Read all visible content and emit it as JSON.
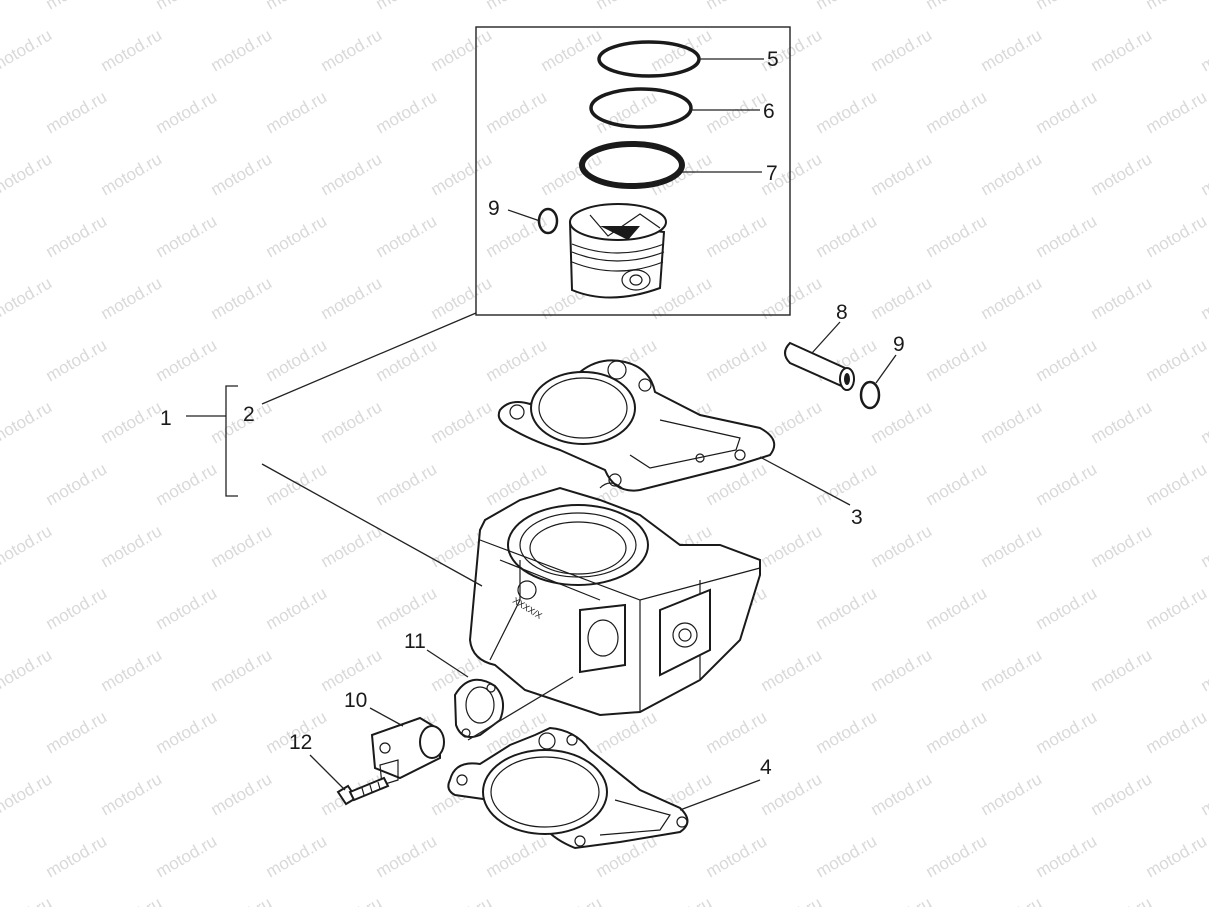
{
  "watermark": {
    "text": "motod.ru",
    "color": "#d9d9d9"
  },
  "diagram": {
    "callouts": [
      {
        "id": "1",
        "label": "1"
      },
      {
        "id": "2",
        "label": "2"
      },
      {
        "id": "3",
        "label": "3"
      },
      {
        "id": "4",
        "label": "4"
      },
      {
        "id": "5",
        "label": "5"
      },
      {
        "id": "6",
        "label": "6"
      },
      {
        "id": "7",
        "label": "7"
      },
      {
        "id": "8",
        "label": "8"
      },
      {
        "id": "9a",
        "label": "9"
      },
      {
        "id": "9b",
        "label": "9"
      },
      {
        "id": "10",
        "label": "10"
      },
      {
        "id": "11",
        "label": "11"
      },
      {
        "id": "12",
        "label": "12"
      }
    ],
    "engraving": "XXXX/X"
  }
}
